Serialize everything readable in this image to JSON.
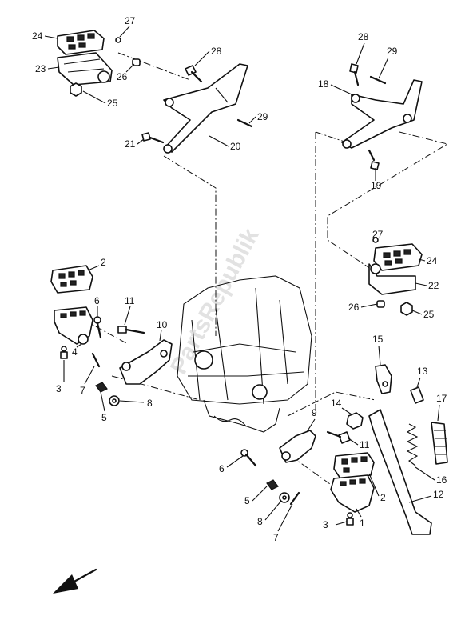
{
  "watermark": "PartsRepublik",
  "callouts": [
    {
      "id": "c24a",
      "text": "24"
    },
    {
      "id": "c23",
      "text": "23"
    },
    {
      "id": "c27a",
      "text": "27"
    },
    {
      "id": "c26a",
      "text": "26"
    },
    {
      "id": "c25a",
      "text": "25"
    },
    {
      "id": "c28a",
      "text": "28"
    },
    {
      "id": "c29a",
      "text": "29"
    },
    {
      "id": "c20",
      "text": "20"
    },
    {
      "id": "c21",
      "text": "21"
    },
    {
      "id": "c28b",
      "text": "28"
    },
    {
      "id": "c29b",
      "text": "29"
    },
    {
      "id": "c18",
      "text": "18"
    },
    {
      "id": "c19",
      "text": "19"
    },
    {
      "id": "c27b",
      "text": "27"
    },
    {
      "id": "c24b",
      "text": "24"
    },
    {
      "id": "c22",
      "text": "22"
    },
    {
      "id": "c26b",
      "text": "26"
    },
    {
      "id": "c25b",
      "text": "25"
    },
    {
      "id": "c2a",
      "text": "2"
    },
    {
      "id": "c6a",
      "text": "6"
    },
    {
      "id": "c11a",
      "text": "11"
    },
    {
      "id": "c10",
      "text": "10"
    },
    {
      "id": "c4",
      "text": "4"
    },
    {
      "id": "c3a",
      "text": "3"
    },
    {
      "id": "c7a",
      "text": "7"
    },
    {
      "id": "c5a",
      "text": "5"
    },
    {
      "id": "c8a",
      "text": "8"
    },
    {
      "id": "c15",
      "text": "15"
    },
    {
      "id": "c13",
      "text": "13"
    },
    {
      "id": "c14",
      "text": "14"
    },
    {
      "id": "c9",
      "text": "9"
    },
    {
      "id": "c11b",
      "text": "11"
    },
    {
      "id": "c17",
      "text": "17"
    },
    {
      "id": "c6b",
      "text": "6"
    },
    {
      "id": "c2b",
      "text": "2"
    },
    {
      "id": "c16",
      "text": "16"
    },
    {
      "id": "c5b",
      "text": "5"
    },
    {
      "id": "c8b",
      "text": "8"
    },
    {
      "id": "c7b",
      "text": "7"
    },
    {
      "id": "c12",
      "text": "12"
    },
    {
      "id": "c3b",
      "text": "3"
    },
    {
      "id": "c1",
      "text": "1"
    }
  ]
}
